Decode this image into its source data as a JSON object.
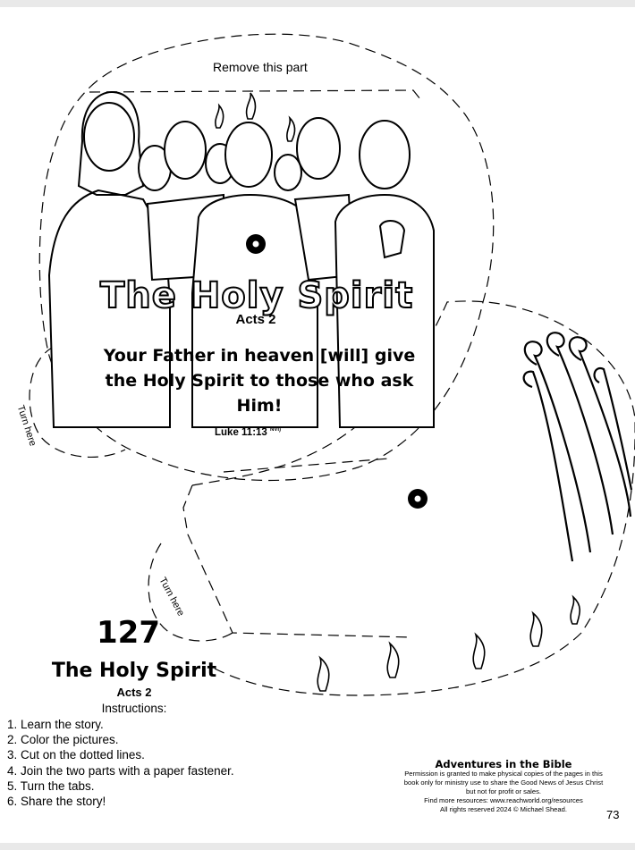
{
  "wheel": {
    "remove_label": "Remove this part",
    "turn_label_top": "Turn here",
    "turn_label_bottom": "Turn here"
  },
  "lesson": {
    "title": "The Holy Spirit",
    "reference": "Acts 2",
    "verse": "Your Father in heaven [will] give the Holy Spirit to those who ask Him!",
    "verse_ref": "Luke 11:13",
    "verse_version": "NVI)"
  },
  "story": {
    "number": "127",
    "name": "The Holy Spirit",
    "reference": "Acts 2",
    "instructions_heading": "Instructions:",
    "steps": [
      "1. Learn the story.",
      "2. Color the pictures.",
      "3. Cut on the dotted lines.",
      "4. Join the two parts with a paper fastener.",
      "5. Turn the tabs.",
      "6. Share the story!"
    ]
  },
  "footer": {
    "brand": "Adventures in the Bible",
    "permission_lines": [
      "Permission is granted to make physical copies of the pages in this",
      "book only for ministry use to share the Good News of Jesus Christ",
      "but not for profit or sales.",
      "Find more resources: www.reachworld.org/resources",
      "All rights reserved 2024 © Michael Shead."
    ],
    "page_number": "73"
  }
}
